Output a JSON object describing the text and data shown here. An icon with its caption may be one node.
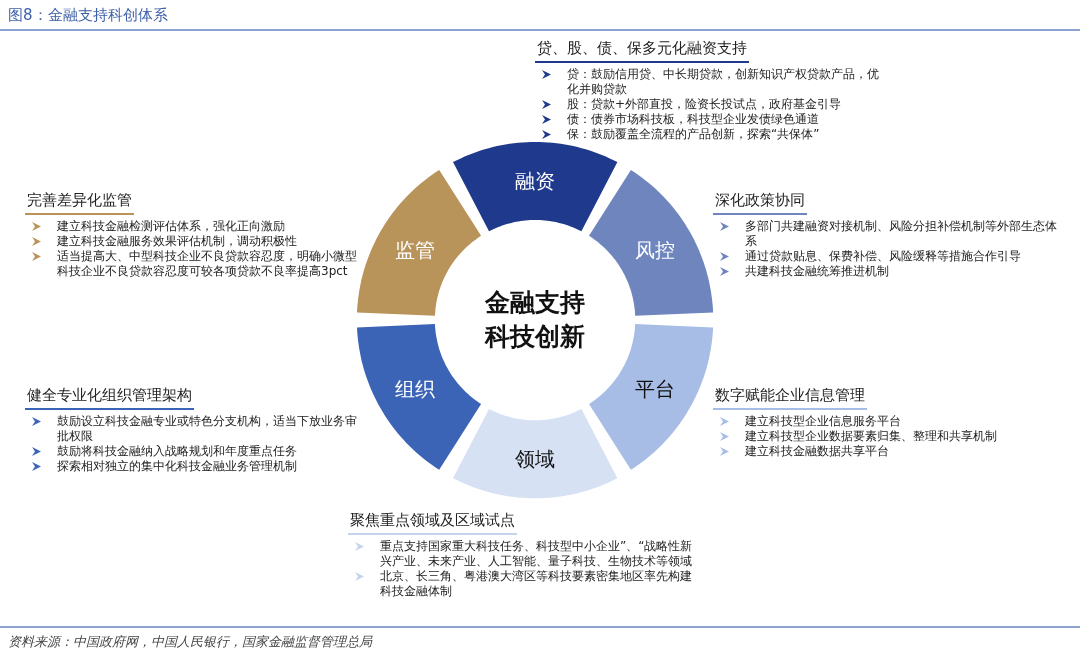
{
  "diagram": {
    "title": "图8：金融支持科创体系",
    "caption": "资料来源：中国政府网，中国人民银行，国家金融监督管理总局",
    "nodes": [
      {
        "text": [
          "金融支持科技创新"
        ]
      },
      {
        "text": [
          "融资"
        ],
        "beside": [
          "贷、股、债、保多元化融资支持",
          "贷：鼓励信用贷、中长期贷款，创新知识产权贷款产品，优化并购贷款",
          "股：贷款+外部直投，险资长投试点，政府基金引导",
          "债：债券市场科技板，科技型企业发债绿色通道",
          "保：鼓励覆盖全流程的产品创新，探索“共保体”"
        ]
      },
      {
        "text": [
          "风控"
        ],
        "beside": [
          "深化政策协同",
          "多部门共建融资对接机制、风险分担补偿机制等外部生态体系",
          "通过贷款贴息、保费补偿、风险缓释等措施合作引导",
          "共建科技金融统筹推进机制"
        ]
      },
      {
        "text": [
          "平台"
        ],
        "beside": [
          "数字赋能企业信息管理",
          "建立科技型企业信息服务平台",
          "建立科技型企业数据要素归集、整理和共享机制",
          "建立科技金融数据共享平台"
        ]
      },
      {
        "text": [
          "领域"
        ],
        "beside": [
          "聚焦重点领域及区域试点",
          "重点支持国家重大科技任务、科技型中小企业”、“战略性新兴产业、未来产业、人工智能、量子科技、生物技术等领域",
          "北京、长三角、粤港澳大湾区等科技要素密集地区率先构建科技金融体制"
        ]
      },
      {
        "text": [
          "组织"
        ],
        "beside": [
          "健全专业化组织管理架构",
          "鼓励设立科技金融专业或特色分支机构，适当下放业务审批权限",
          "鼓励将科技金融纳入战略规划和年度重点任务",
          "探索相对独立的集中化科技金融业务管理机制"
        ]
      },
      {
        "text": [
          "监管"
        ],
        "beside": [
          "完善差异化监管",
          "建立科技金融检测评估体系，强化正向激励",
          "建立科技金融服务效果评估机制，调动积极性",
          "适当提高大、中型科技企业不良贷款容忍度，明确小微型科技企业不良贷款容忍度可较各项贷款不良率提高3pct"
        ]
      }
    ]
  }
}
